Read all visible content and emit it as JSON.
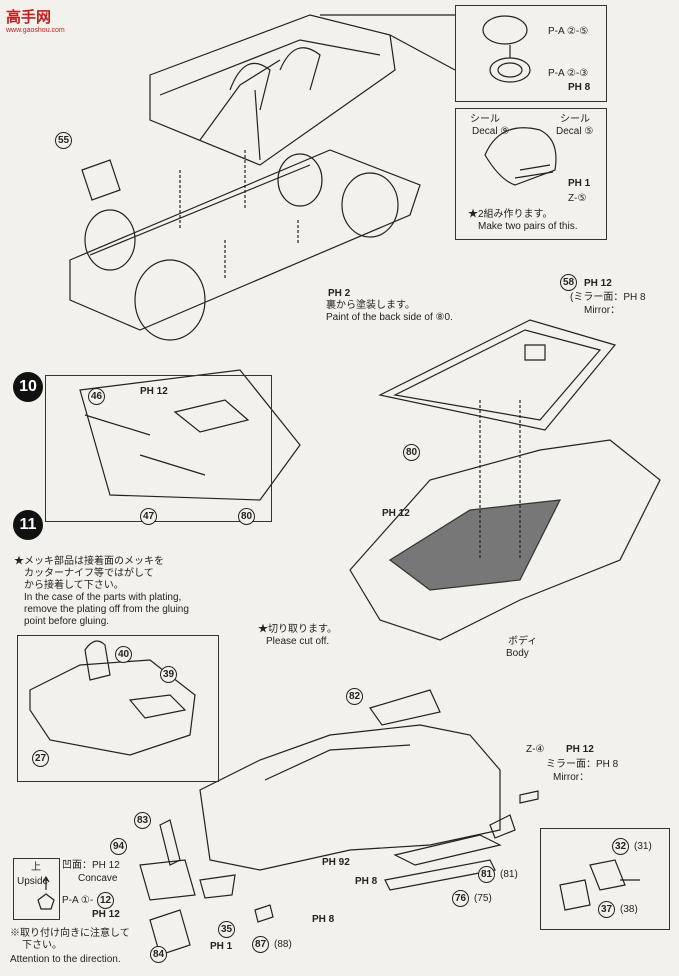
{
  "watermark": {
    "text": "高手网",
    "sub": "www.gaoshou.com"
  },
  "steps": [
    "10",
    "11"
  ],
  "box_top": {
    "pa1": "P-A ②-⑤",
    "pa2": "P-A ②-③",
    "ph8": "PH 8"
  },
  "helmet": {
    "decal_jp_a": "シール",
    "decal_a": "Decal ⑨",
    "decal_jp_b": "シール",
    "decal_b": "Decal ⑤",
    "ph1": "PH 1",
    "z5": "Z-⑤",
    "note_jp": "★2組み作ります。",
    "note_en": "Make two pairs of this."
  },
  "paint_note": {
    "ph2": "PH 2",
    "jp": "裏から塗装します。",
    "en": "Paint of the back side of ⑧0."
  },
  "mirror_note": {
    "part": "58",
    "ph12": "PH 12",
    "mirror_jp": "(ミラー面：PH 8",
    "mirror_en": "Mirror："
  },
  "parts": {
    "p55": "55",
    "p46": "46",
    "p47": "47",
    "p80a": "80",
    "p80b": "80",
    "p40": "40",
    "p39": "39",
    "p27": "27",
    "p82": "82",
    "p83": "83",
    "p94": "94",
    "p84": "84",
    "p35": "35",
    "p87": "87",
    "p88": "(88)",
    "p81": "81",
    "p81b": "(81)",
    "p76": "76",
    "p75": "(75)",
    "p32": "32",
    "p31": "(31)",
    "p37": "37",
    "p38": "(38)",
    "p4": "Z-④",
    "p12": "12"
  },
  "step10": {
    "ph12": "PH 12"
  },
  "plating": {
    "l1": "★メッキ部品は接着面のメッキを",
    "l2": "カッターナイフ等ではがして",
    "l3": "から接着して下さい。",
    "l4": "In the case of the parts with plating,",
    "l5": "remove the plating off from the gluing",
    "l6": "point before gluing."
  },
  "body_labels": {
    "ph12": "PH 12",
    "cut_jp": "★切り取ります。",
    "cut_en": "Please cut off.",
    "body_jp": "ボディ",
    "body_en": "Body"
  },
  "step11": {
    "ph12b": "PH 12",
    "mirror_jp": "ミラー面：PH 8",
    "mirror_en": "Mirror：",
    "ph92": "PH 92",
    "ph8": "PH 8",
    "ph8b": "PH 8",
    "ph1": "PH 1",
    "concave_jp": "凹面：PH 12",
    "concave_en": "Concave",
    "pa": "P-A ①-",
    "ph12c": "PH 12"
  },
  "upside": {
    "jp": "上",
    "en": "Upside"
  },
  "attention": {
    "jp1": "※取り付け向きに注意して",
    "jp2": "下さい。",
    "en": "Attention to the direction."
  }
}
